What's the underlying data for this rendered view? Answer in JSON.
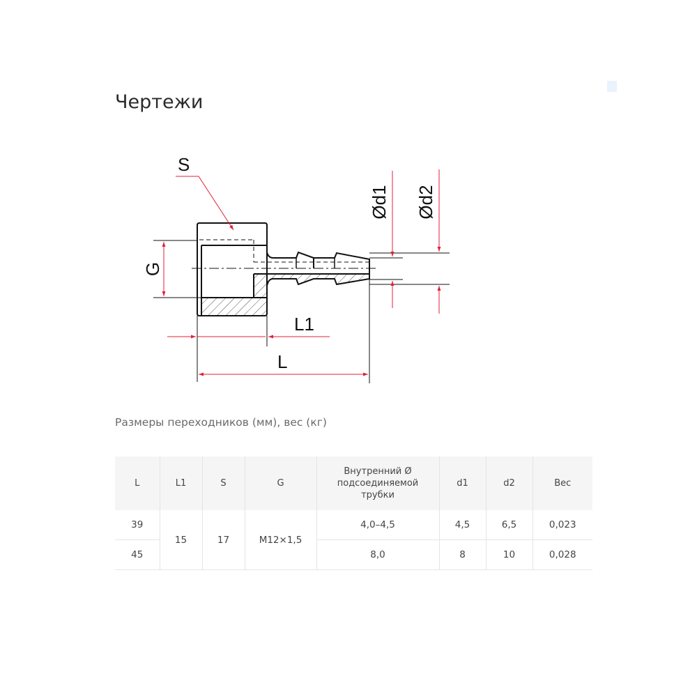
{
  "heading": "Чертежи",
  "drawing": {
    "labels": {
      "s": "S",
      "g": "G",
      "d1": "Ød1",
      "d2": "Ød2",
      "l1": "L1",
      "l": "L"
    },
    "dimension_color": "#e0203a"
  },
  "caption": "Размеры переходников (мм), вес (кг)",
  "table": {
    "headers": [
      "L",
      "L1",
      "S",
      "G",
      "Внутренний Ø подсоединяемой трубки",
      "d1",
      "d2",
      "Вес"
    ],
    "shared": {
      "L1": "15",
      "S": "17",
      "G": "M12×1,5"
    },
    "rows": [
      {
        "L": "39",
        "tube": "4,0–4,5",
        "d1": "4,5",
        "d2": "6,5",
        "weight": "0,023"
      },
      {
        "L": "45",
        "tube": "8,0",
        "d1": "8",
        "d2": "10",
        "weight": "0,028"
      }
    ]
  }
}
